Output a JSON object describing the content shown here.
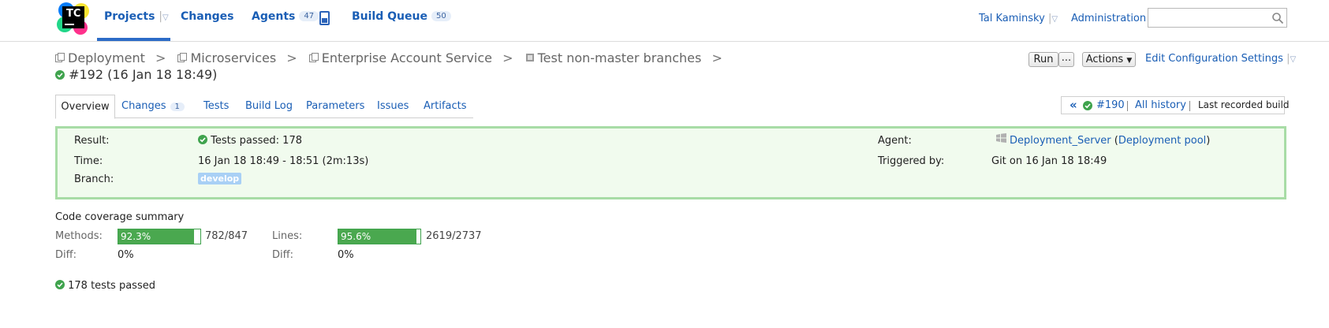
{
  "header": {
    "logo_text": "TC",
    "nav": {
      "projects": "Projects",
      "changes": "Changes",
      "agents": "Agents",
      "agents_count": "47",
      "build_queue": "Build Queue",
      "build_queue_count": "50"
    },
    "user": "Tal Kaminsky",
    "administration": "Administration",
    "search": {
      "value": "",
      "placeholder": ""
    }
  },
  "breadcrumb": {
    "items": [
      "Deployment",
      "Microservices",
      "Enterprise Account Service",
      "Test non-master branches"
    ]
  },
  "build": {
    "title": "#192 (16 Jan 18 18:49)"
  },
  "actions": {
    "run": "Run",
    "run_more": "...",
    "actions": "Actions",
    "edit_settings": "Edit Configuration Settings"
  },
  "tabs": {
    "overview": "Overview",
    "changes": "Changes",
    "changes_count": "1",
    "tests": "Tests",
    "build_log": "Build Log",
    "parameters": "Parameters",
    "issues": "Issues",
    "artifacts": "Artifacts"
  },
  "history": {
    "prev_build": "#190",
    "all_history": "All history",
    "last_recorded": "Last recorded build"
  },
  "summary": {
    "result_label": "Result:",
    "result_value": "Tests passed: 178",
    "time_label": "Time:",
    "time_value": "16 Jan 18 18:49 - 18:51 (2m:13s)",
    "branch_label": "Branch:",
    "branch_value": "develop",
    "agent_label": "Agent:",
    "agent_name": "Deployment_Server",
    "agent_pool": "Deployment pool",
    "triggered_label": "Triggered by:",
    "triggered_value": "Git on 16 Jan 18 18:49"
  },
  "coverage": {
    "title": "Code coverage summary",
    "methods_label": "Methods:",
    "methods_pct": "92.3%",
    "methods_fraction": 0.923,
    "methods_count": "782/847",
    "methods_diff_label": "Diff:",
    "methods_diff": "0%",
    "lines_label": "Lines:",
    "lines_pct": "95.6%",
    "lines_fraction": 0.956,
    "lines_count": "2619/2737",
    "lines_diff_label": "Diff:",
    "lines_diff": "0%"
  },
  "tests_summary": "178 tests passed",
  "colors": {
    "accent": "#1a5eb5",
    "success": "#3fa34d",
    "panel_bg": "#f1fbee",
    "panel_border": "#a8dca6",
    "branch_tag": "#a9d0f5"
  }
}
